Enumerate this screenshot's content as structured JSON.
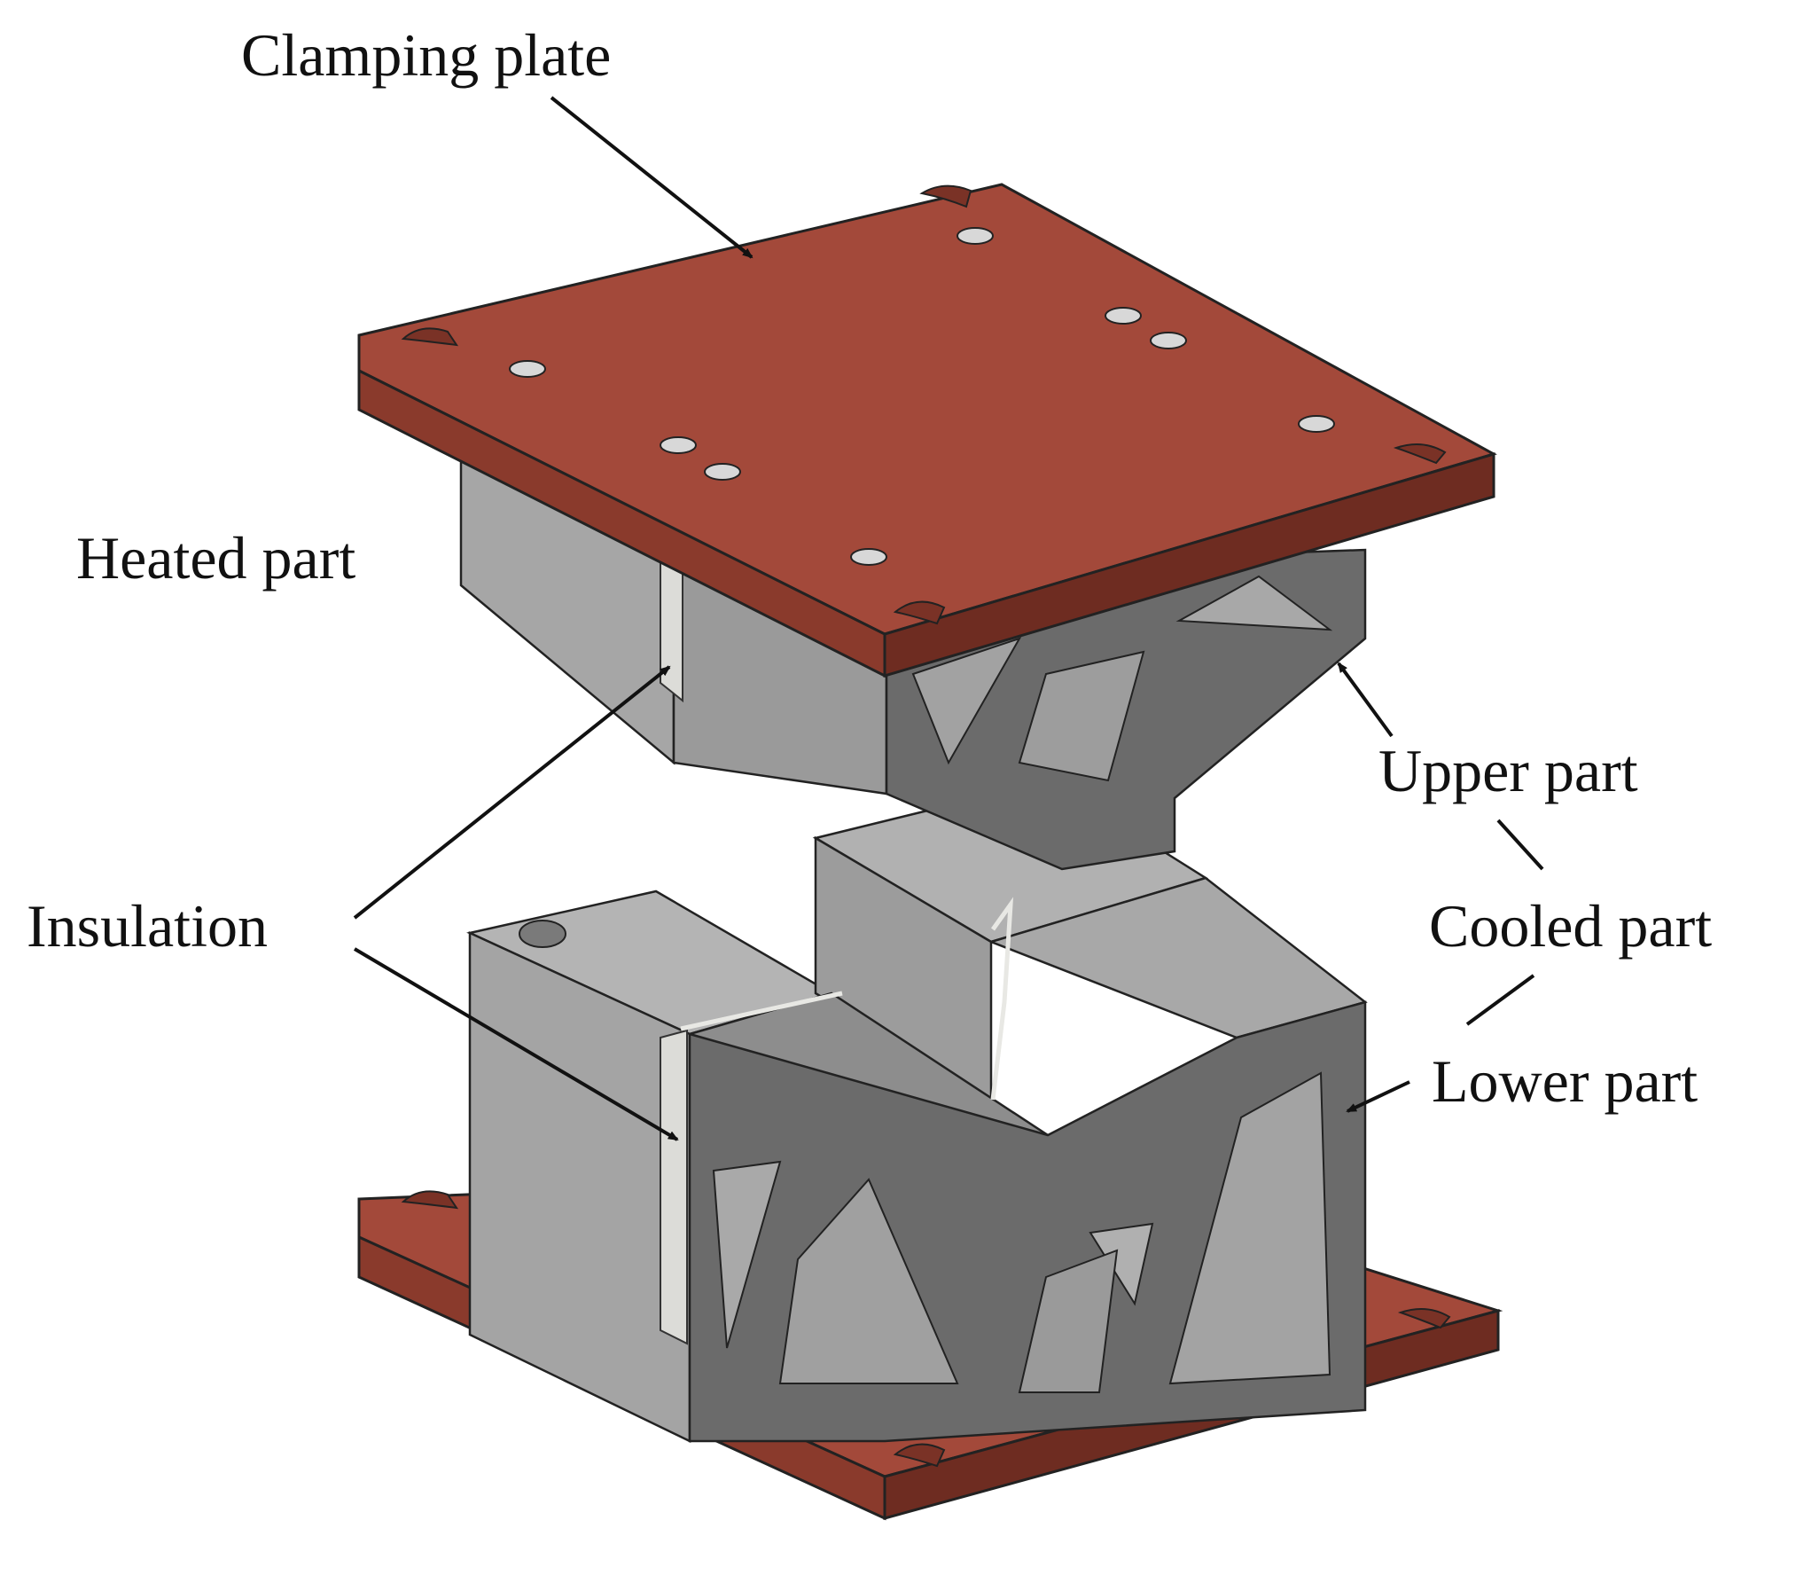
{
  "labels": {
    "clamping_plate": "Clamping plate",
    "heated_part": "Heated part",
    "insulation": "Insulation",
    "upper_part": "Upper part",
    "cooled_part": "Cooled part",
    "lower_part": "Lower part"
  },
  "colors": {
    "plate_top": "#a3493a",
    "plate_side": "#8a3a2c",
    "plate_dark": "#6e2c21",
    "block_light": "#a9a9a9",
    "block_mid": "#939393",
    "block_dark": "#6b6b6b",
    "web": "#5e5e5e",
    "insulation": "#dcdcd8",
    "ink": "#111111"
  }
}
